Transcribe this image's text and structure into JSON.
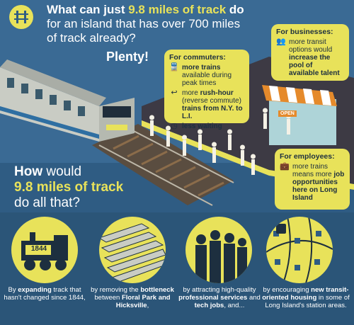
{
  "title": {
    "line1a": "What can just ",
    "line1b": "9.8 miles of track",
    "line1c": " do",
    "line2": "for an island  that has over 700 miles",
    "line3": "of track already?",
    "plenty": "Plenty!"
  },
  "commuters": {
    "heading": "For commuters:",
    "item1_bold": "more trains",
    "item1_rest": " available during peak times",
    "item2_pre": "more ",
    "item2_bold": "rush-hour",
    "item2_mid": " (reverse commute) ",
    "item2_bold2": "trains from N.Y. to L.I.",
    "item3": "less waiting"
  },
  "businesses": {
    "heading": "For businesses:",
    "pre": "more transit options would ",
    "bold": "increase the pool of available talent"
  },
  "employees": {
    "heading": "For employees:",
    "pre": "more trains means more ",
    "bold": "job opportunities here on Long Island"
  },
  "how": {
    "w1": "How",
    "w2": " would",
    "hl": "9.8 miles of track",
    "w3": "do all that?"
  },
  "train_badge": "1844",
  "store_sign": "OPEN",
  "captions": [
    {
      "pre": "By ",
      "bold": "expanding",
      "rest": " track that hasn't changed since 1844,"
    },
    {
      "pre": "by removing the ",
      "bold": "bottleneck",
      "mid": " between ",
      "bold2": "Floral Park and Hicksville",
      "rest": ","
    },
    {
      "pre": "by attracting high-quality ",
      "bold": "professional services",
      "mid": " and ",
      "bold2": "tech jobs",
      "rest": ", and..."
    },
    {
      "pre": "by encouraging ",
      "bold": "new transit-oriented housing",
      "rest": " in some of Long Island's station areas."
    }
  ],
  "colors": {
    "background": "#2f5c83",
    "accent": "#e8e25a",
    "platform": "#3d3a44",
    "train": "#c9ccc4"
  }
}
